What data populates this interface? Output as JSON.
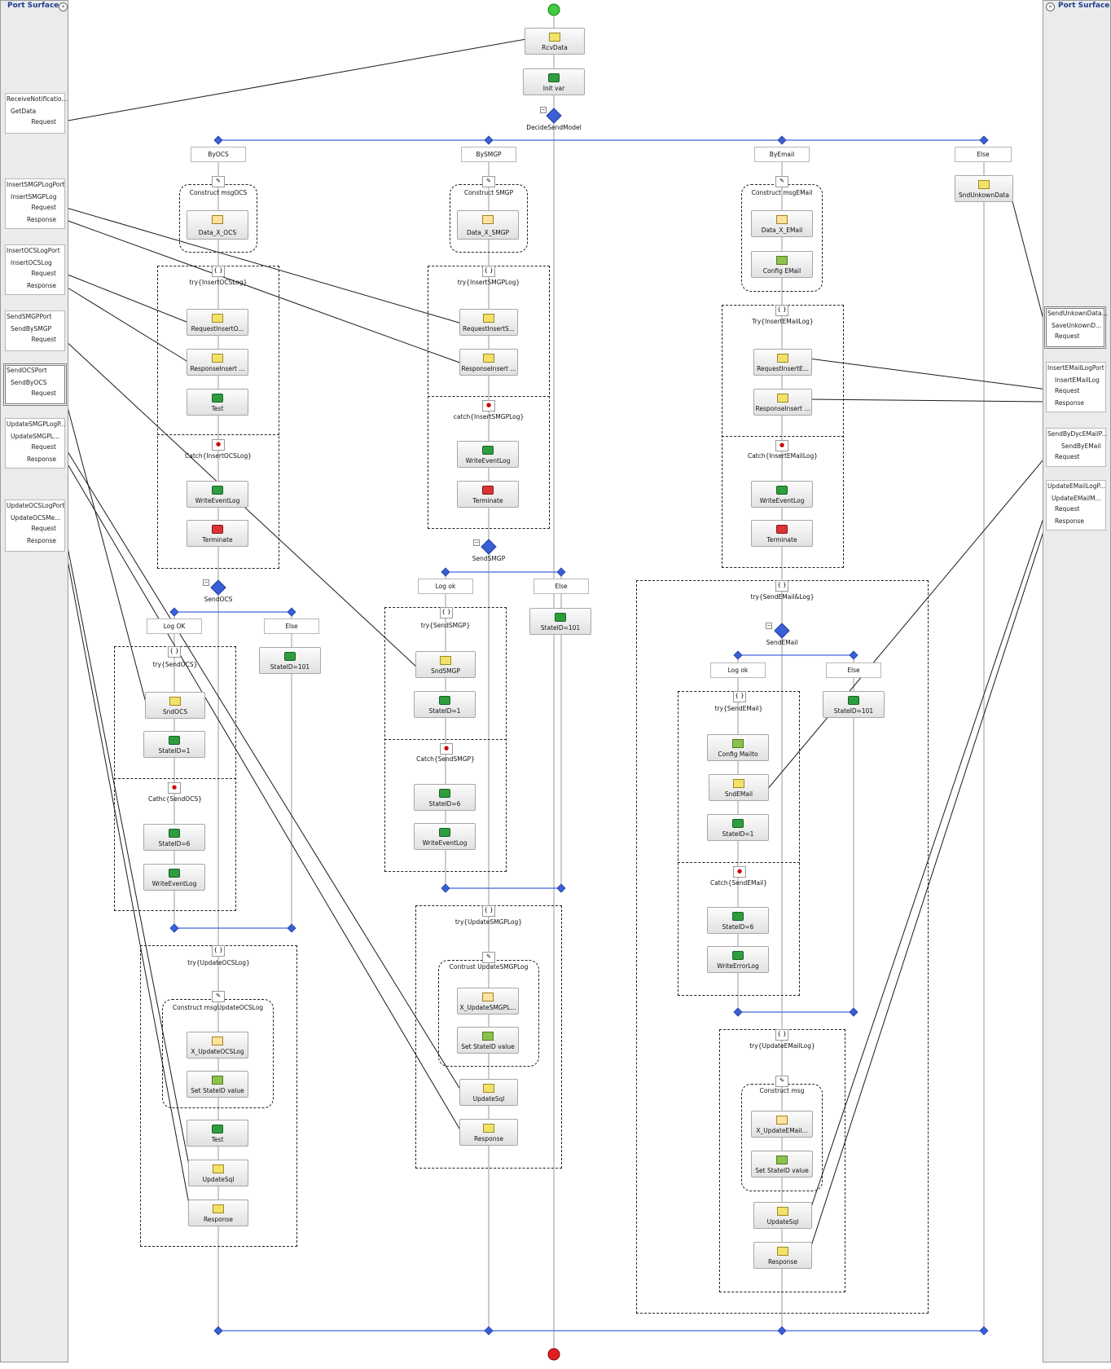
{
  "surfaces": {
    "left_title": "Port Surface",
    "right_title": "Port Surface"
  },
  "left_ports": [
    {
      "name": "ReceiveNotificatio...",
      "op": "GetData",
      "msgs": [
        "Request"
      ]
    },
    {
      "name": "InsertSMGPLogPort",
      "op": "InsertSMGPLog",
      "msgs": [
        "Request",
        "Response"
      ]
    },
    {
      "name": "InsertOCSLogPort",
      "op": "InsertOCSLog",
      "msgs": [
        "Request",
        "Response"
      ]
    },
    {
      "name": "SendSMGPPort",
      "op": "SendBySMGP",
      "msgs": [
        "Request"
      ]
    },
    {
      "name": "SendOCSPort",
      "op": "SendByOCS",
      "msgs": [
        "Request"
      ]
    },
    {
      "name": "UpdateSMGPLogP...",
      "op": "UpdateSMGPL...",
      "msgs": [
        "Request",
        "Response"
      ]
    },
    {
      "name": "UpdateOCSLogPort",
      "op": "UpdateOCSMe...",
      "msgs": [
        "Request",
        "Response"
      ]
    }
  ],
  "right_ports": [
    {
      "name": "SendUnkownData...",
      "op": "SaveUnkownD...",
      "msgs": [
        "Request"
      ]
    },
    {
      "name": "InsertEMailLogPort",
      "op": "InsertEMailLog",
      "msgs": [
        "Request",
        "Response"
      ]
    },
    {
      "name": "SendByDycEMailP...",
      "op": "SendByEMail",
      "msgs": [
        "Request"
      ]
    },
    {
      "name": "UpdateEMailLogP...",
      "op": "UpdateEMailM...",
      "msgs": [
        "Request",
        "Response"
      ]
    }
  ],
  "shapes": {
    "rcvdata": "RcvData",
    "initvar": "Init var",
    "decide": "DecideSendModel",
    "branches": [
      "ByOCS",
      "BySMGP",
      "ByEmail",
      "Else"
    ],
    "ocs": {
      "construct": "Construct msgOCS",
      "xform": "Data_X_OCS",
      "try": "try{InsertOCSLog}",
      "req": "RequestInsertO...",
      "resp": "ResponseInsert ...",
      "test": "Test",
      "catch": "Catch{InsertOCSLog}",
      "wel": "WriteEventLog",
      "term": "Terminate",
      "decide": "SendOCS",
      "tab_ok": "Log OK",
      "tab_else": "Else",
      "try2": "try{SendOCS}",
      "snd": "SndOCS",
      "st1": "StateID=1",
      "catch2": "Cathc{SendOCS}",
      "st6": "StateID=6",
      "wel2": "WriteEventLog",
      "st101": "StateID=101",
      "try3": "try{UpdateOCSLog}",
      "construct2": "Construct msgUpdateOCSLog",
      "xform2": "X_UpdateOCSLog",
      "setst": "Set StateID value",
      "test2": "Test",
      "upd": "UpdateSql",
      "response": "Response"
    },
    "smgp": {
      "construct": "Construct SMGP",
      "xform": "Data_X_SMGP",
      "try": "try{InsertSMGPLog}",
      "req": "RequestInsertS...",
      "resp": "ResponseInsert ...",
      "catch": "catch{InsertSMGPLog}",
      "wel": "WriteEventLog",
      "term": "Terminate",
      "decide": "SendSMGP",
      "tab_ok": "Log ok",
      "tab_else": "Else",
      "st101": "StateID=101",
      "try2": "try{SendSMGP}",
      "snd": "SndSMGP",
      "st1": "StateID=1",
      "catch2": "Catch{SendSMGP}",
      "st6": "StateID=6",
      "wel2": "WriteEventLog",
      "try3": "try{UpdateSMGPLog}",
      "construct2": "Contrust UpdateSMGPLog",
      "xform2": "X_UpdateSMGPL...",
      "setst": "Set StateID value",
      "upd": "UpdateSql",
      "response": "Response"
    },
    "email": {
      "construct": "Construct msgEMail",
      "xform": "Data_X_EMail",
      "cfg": "Config EMail",
      "try": "Try{InsertEMailLog}",
      "req": "RequestInsertE...",
      "resp": "ResponseInsert ...",
      "catch": "Catch{InsertEMailLog}",
      "wel": "WriteEventLog",
      "term": "Terminate",
      "trysend": "try{SendEMail&Log}",
      "decide": "SendEMail",
      "tab_ok": "Log ok",
      "tab_else": "Else",
      "try2": "try{SendEMail}",
      "cfgmail": "Config Mailto",
      "snd": "SndEMail",
      "st1": "StateID=1",
      "catch2": "Catch{SendEMail}",
      "st6": "StateID=6",
      "wel2": "WriteErrorLog",
      "st101": "StateID=101",
      "try3": "try{UpdateEMailLog}",
      "construct2": "Construct msg",
      "xform2": "X_UpdateEMail...",
      "setst": "Set StateID value",
      "upd": "UpdateSql",
      "response": "Response"
    },
    "else": {
      "snd": "SndUnkownData"
    }
  }
}
